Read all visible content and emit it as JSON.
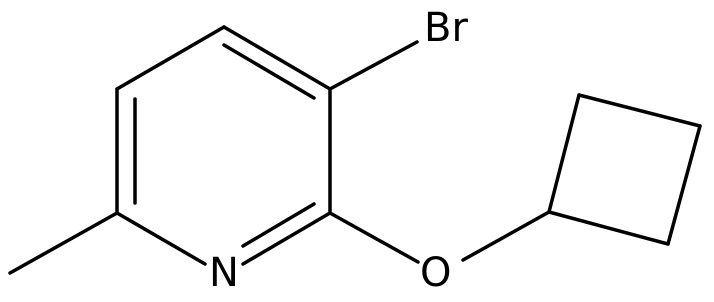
{
  "molecule": {
    "atoms": {
      "bromine": "Br",
      "nitrogen": "N",
      "oxygen": "O"
    }
  },
  "colors": {
    "bond": "#000000",
    "background": "#ffffff"
  }
}
